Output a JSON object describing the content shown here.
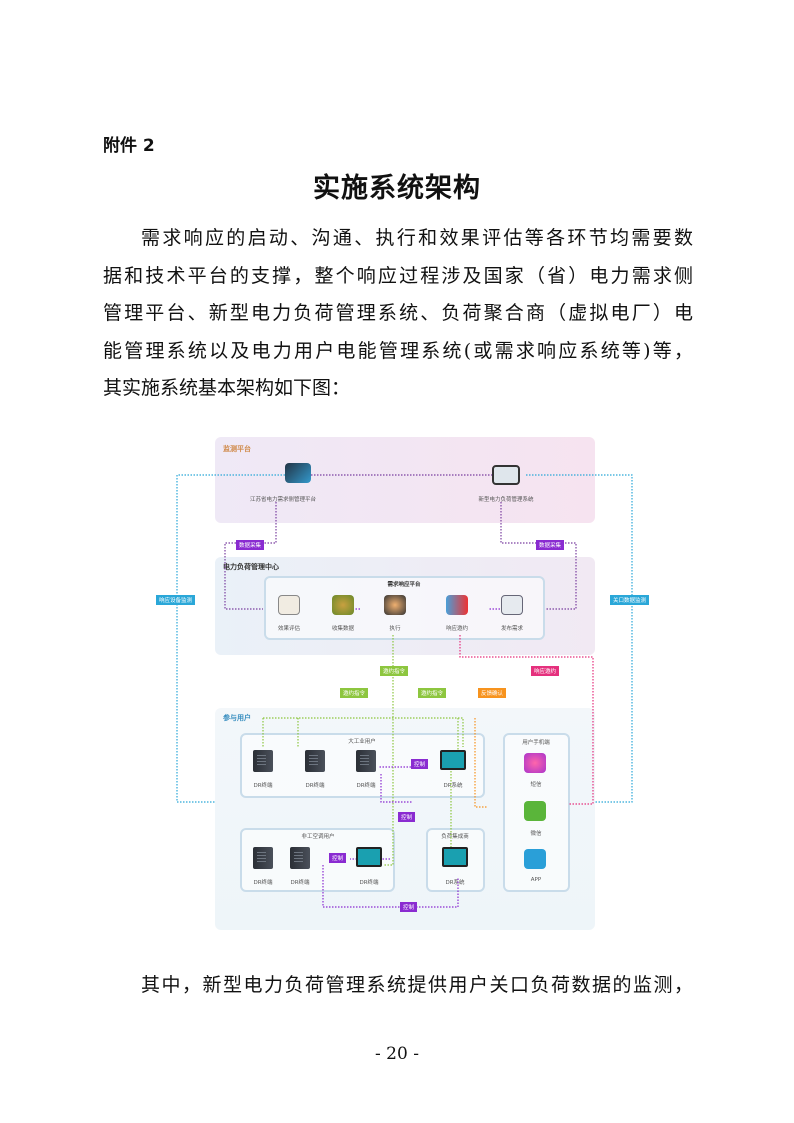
{
  "attachment": "附件 2",
  "title": "实施系统架构",
  "para1": [
    "需求响应的启动、沟通、执行和效果评估等各环节均需要数",
    "据和技术平台的支撑，整个响应过程涉及国家（省）电力需求侧",
    "管理平台、新型电力负荷管理系统、负荷聚合商（虚拟电厂）电",
    "能管理系统以及电力用户电能管理系统(或需求响应系统等)等，",
    "其实施系统基本架构如下图："
  ],
  "para2": "其中，新型电力负荷管理系统提供用户关口负荷数据的监测，",
  "page_number": "- 20 -",
  "diagram": {
    "monitor_band": "监测平台",
    "provincial_platform": "江苏省电力需求侧管理平台",
    "load_mgmt_system": "新型电力负荷管理系统",
    "data_collect": "数据采集",
    "center_band": "电力负荷管理中心",
    "dr_platform": "需求响应平台",
    "steps": [
      "效果评估",
      "收集数据",
      "执行",
      "响应邀约",
      "发布需求"
    ],
    "left_side": "响应设备监测",
    "right_side": "关口数据监测",
    "invite_cmd": "邀约指令",
    "feedback": "反馈确认",
    "response_invite": "响应邀约",
    "users_band": "参与用户",
    "large_industrial": "大工业用户",
    "dr_terminal": "DR终端",
    "dr_system": "DR系统",
    "control": "控制",
    "phone": "用户手机端",
    "sms": "短信",
    "wechat": "微信",
    "app": "APP",
    "non_industrial": "非工空调用户",
    "aggregator": "负荷集成商"
  }
}
